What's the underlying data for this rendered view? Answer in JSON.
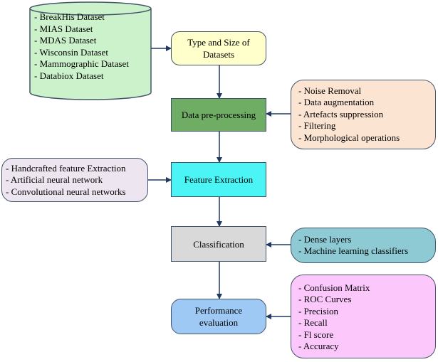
{
  "datasets": {
    "items": [
      "- BreakHis Dataset",
      "- MIAS Dataset",
      "- MDAS Dataset",
      "- Wisconsin Dataset",
      "- Mammographic Dataset",
      "- Databiox Dataset"
    ],
    "fill": "#ccf2cc"
  },
  "flow": {
    "type_size": {
      "label_1": "Type and Size of",
      "label_2": "Datasets",
      "fill": "#ffffcc"
    },
    "preprocessing": {
      "label": "Data pre-processing",
      "fill": "#70ad64"
    },
    "feature_extraction": {
      "label": "Feature Extraction",
      "fill": "#4cf5f5"
    },
    "classification": {
      "label": "Classification",
      "fill": "#d9d9d9"
    },
    "performance": {
      "label_1": "Performance",
      "label_2": "evaluation",
      "fill": "#9ec9f5"
    }
  },
  "side_lists": {
    "preprocessing_methods": {
      "items": [
        "- Noise Removal",
        "- Data augmentation",
        "- Artefacts suppression",
        "- Filtering",
        "- Morphological operations"
      ],
      "fill": "#fce4d2"
    },
    "feature_methods": {
      "items": [
        "- Handcrafted feature Extraction",
        "- Artificial neural network",
        "- Convolutional neural networks"
      ],
      "fill": "#ede6f0"
    },
    "classifiers": {
      "items": [
        "- Dense layers",
        "- Machine learning classifiers"
      ],
      "fill": "#8ecad3"
    },
    "metrics": {
      "items": [
        "- Confusion Matrix",
        "- ROC Curves",
        "- Precision",
        "- Recall",
        "- Fl score",
        "- Accuracy"
      ],
      "fill": "#fcc8fc"
    }
  },
  "edge_color": "#1f3864"
}
